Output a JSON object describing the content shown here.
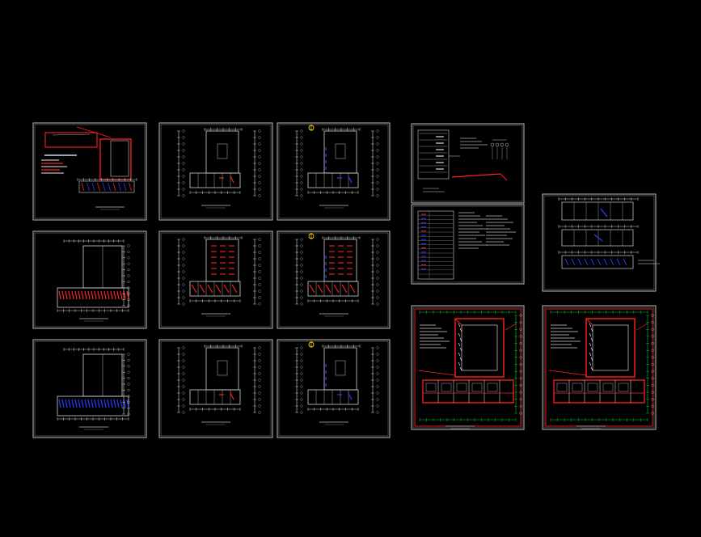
{
  "app": {
    "background": "#000000",
    "frame_color": "#bdbdbd"
  },
  "sheets": [
    {
      "id": "site-plan",
      "kind": "site",
      "accent": "#ff2020"
    },
    {
      "id": "plan-a-1",
      "kind": "plan-tall",
      "accent": "#ff2020"
    },
    {
      "id": "plan-b-1",
      "kind": "plan-tall-b",
      "accent": "#2a3cff"
    },
    {
      "id": "elev-1",
      "kind": "long-elev",
      "accent": "#ff2020"
    },
    {
      "id": "plan-a-2",
      "kind": "plan-tall-red",
      "accent": "#ff2020"
    },
    {
      "id": "plan-b-2",
      "kind": "plan-tall-b-red",
      "accent": "#ff2020"
    },
    {
      "id": "elev-2",
      "kind": "long-elev",
      "accent": "#2a3cff"
    },
    {
      "id": "plan-a-3",
      "kind": "plan-tall",
      "accent": "#ff2020"
    },
    {
      "id": "plan-b-3",
      "kind": "plan-tall-b",
      "accent": "#2a3cff"
    },
    {
      "id": "system-diagram",
      "kind": "system",
      "accent": "#ff2020"
    },
    {
      "id": "legend-table",
      "kind": "table",
      "accent": "#ff2020"
    },
    {
      "id": "sections",
      "kind": "sections",
      "accent": "#2a3cff"
    },
    {
      "id": "big-plan-1",
      "kind": "big-plan",
      "accent": "#ff2020"
    },
    {
      "id": "big-plan-2",
      "kind": "big-plan",
      "accent": "#ff2020"
    }
  ]
}
